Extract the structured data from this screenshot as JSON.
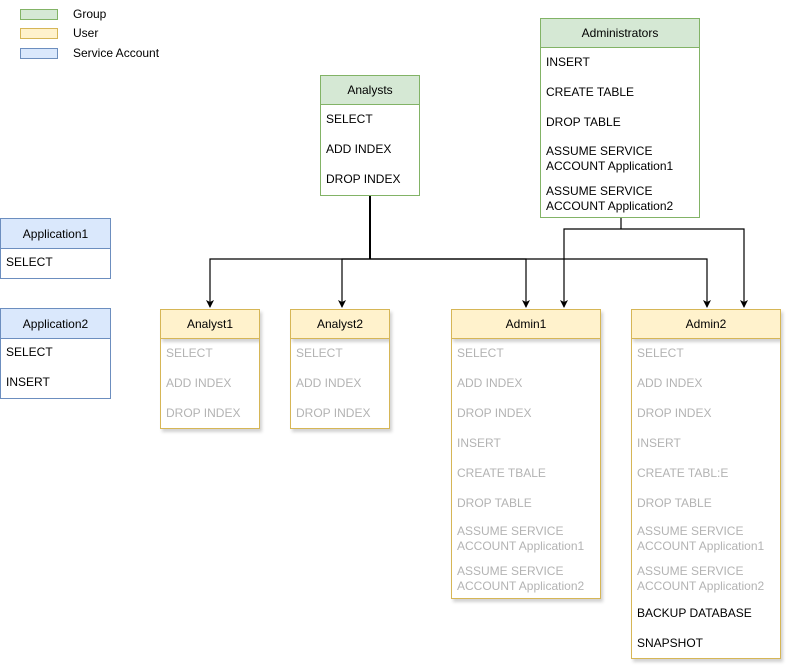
{
  "legend": [
    {
      "label": "Group",
      "fill": "#d5e8d4",
      "stroke": "#82b366"
    },
    {
      "label": "User",
      "fill": "#fff2cc",
      "stroke": "#d6b656"
    },
    {
      "label": "Service Account",
      "fill": "#dae8fc",
      "stroke": "#6c8ebf"
    }
  ],
  "nodes": {
    "administrators": {
      "title": "Administrators",
      "items": [
        "INSERT",
        "CREATE TABLE",
        "DROP TABLE",
        "ASSUME SERVICE\nACCOUNT Application1",
        "ASSUME SERVICE\nACCOUNT Application2"
      ]
    },
    "analysts": {
      "title": "Analysts",
      "items": [
        "SELECT",
        "ADD INDEX",
        "DROP INDEX"
      ]
    },
    "application1": {
      "title": "Application1",
      "items": [
        "SELECT"
      ]
    },
    "application2": {
      "title": "Application2",
      "items": [
        "SELECT",
        "INSERT"
      ]
    },
    "analyst1": {
      "title": "Analyst1",
      "items": [
        "SELECT",
        "ADD INDEX",
        "DROP INDEX"
      ]
    },
    "analyst2": {
      "title": "Analyst2",
      "items": [
        "SELECT",
        "ADD INDEX",
        "DROP INDEX"
      ]
    },
    "admin1": {
      "title": "Admin1",
      "items": [
        "SELECT",
        "ADD INDEX",
        "DROP INDEX",
        "INSERT",
        "CREATE TBALE",
        "DROP TABLE",
        "ASSUME SERVICE\nACCOUNT Application1",
        "ASSUME SERVICE\nACCOUNT Application2"
      ]
    },
    "admin2": {
      "title": "Admin2",
      "items": [
        "SELECT",
        "ADD INDEX",
        "DROP INDEX",
        "INSERT",
        "CREATE TABL:E",
        "DROP TABLE",
        "ASSUME SERVICE\nACCOUNT Application1",
        "ASSUME SERVICE\nACCOUNT Application2",
        "BACKUP DATABASE",
        "SNAPSHOT"
      ]
    }
  },
  "edges": [
    {
      "from": "analysts",
      "to": "analyst1"
    },
    {
      "from": "analysts",
      "to": "analyst2"
    },
    {
      "from": "analysts",
      "to": "admin1"
    },
    {
      "from": "analysts",
      "to": "admin2"
    },
    {
      "from": "administrators",
      "to": "admin1"
    },
    {
      "from": "administrators",
      "to": "admin2"
    }
  ]
}
